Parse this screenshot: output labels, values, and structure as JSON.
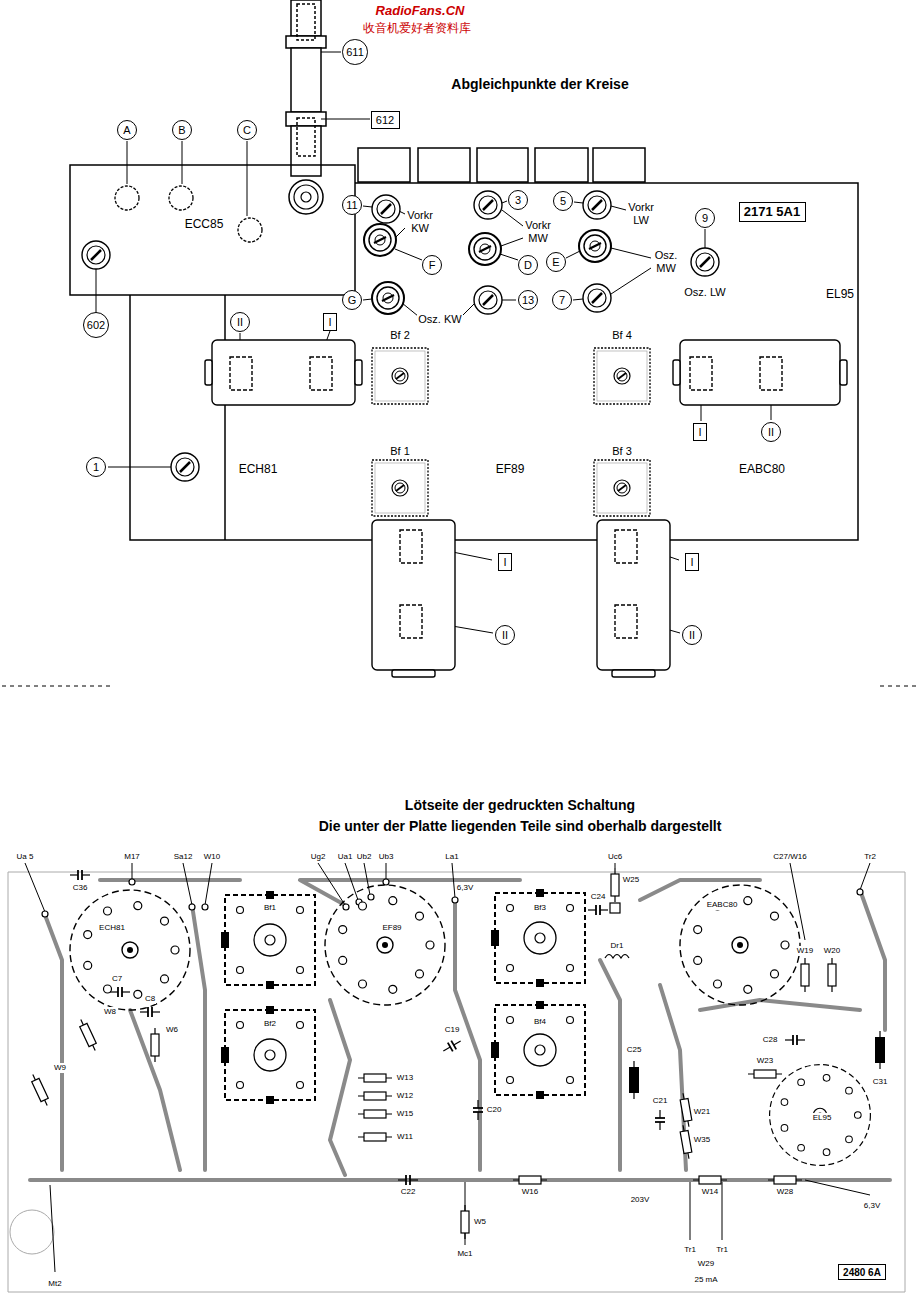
{
  "diagram": {
    "title": "Abgleichpunkte der Kreise",
    "nodes": [
      {
        "text": [
          "611"
        ]
      },
      {
        "text": [
          "612"
        ]
      },
      {
        "text": [
          "A"
        ]
      },
      {
        "text": [
          "B"
        ]
      },
      {
        "text": [
          "C"
        ]
      },
      {
        "text": [
          "11"
        ]
      },
      {
        "text": [
          "3"
        ]
      },
      {
        "text": [
          "5"
        ]
      },
      {
        "text": [
          "2171 5A1"
        ]
      },
      {
        "text": [
          "9"
        ]
      },
      {
        "text": [
          "F"
        ]
      },
      {
        "text": [
          "D"
        ]
      },
      {
        "text": [
          "E"
        ]
      },
      {
        "text": [
          "G"
        ]
      },
      {
        "text": [
          "13"
        ]
      },
      {
        "text": [
          "7"
        ]
      },
      {
        "text": [
          "602"
        ]
      },
      {
        "text": [
          "II"
        ]
      },
      {
        "text": [
          "I"
        ]
      },
      {
        "text": [
          "I"
        ]
      },
      {
        "text": [
          "II"
        ]
      },
      {
        "text": [
          "1"
        ]
      },
      {
        "text": [
          "I"
        ]
      },
      {
        "text": [
          "II"
        ]
      },
      {
        "text": [
          "I"
        ]
      },
      {
        "text": [
          "II"
        ]
      },
      {
        "text": [
          "2480 6A"
        ]
      }
    ],
    "labels": [
      "RadioFans.CN",
      "收音机爱好者资料库",
      "ECC85",
      "Vorkr KW",
      "Vorkr MW",
      "Vorkr LW",
      "Osz. MW",
      "EL95",
      "Osz. KW",
      "Osz. LW",
      "Bf 2",
      "Bf 4",
      "Bf 1",
      "Bf 3",
      "ECH81",
      "EF89",
      "EABC80",
      "Lötseite der gedruckten Schaltung",
      "Die unter der Platte liegenden Teile sind oberhalb dargestellt",
      "Ua 5",
      "M17",
      "Sa12",
      "W10",
      "Ug2",
      "Ua1",
      "Ub2",
      "Ub3",
      "La1",
      "6,3V",
      "Uc6",
      "W25",
      "C27/W16",
      "Tr2",
      "C36",
      "ECH81",
      "Bf1",
      "EF89",
      "Bf3",
      "EABC80",
      "C24",
      "Dr1",
      "C7",
      "W8",
      "C8",
      "W6",
      "W9",
      "W19",
      "W20",
      "Bf2",
      "C19",
      "W13",
      "W12",
      "C20",
      "Bf4",
      "C25",
      "C28",
      "W23",
      "W15",
      "C21",
      "W21",
      "EL95",
      "C31",
      "W11",
      "W35",
      "C22",
      "W16",
      "W14",
      "W28",
      "W5",
      "203V",
      "6,3V",
      "Mc1",
      "Tr1",
      "Tr1",
      "W29",
      "25 mA",
      "Mt2"
    ]
  }
}
